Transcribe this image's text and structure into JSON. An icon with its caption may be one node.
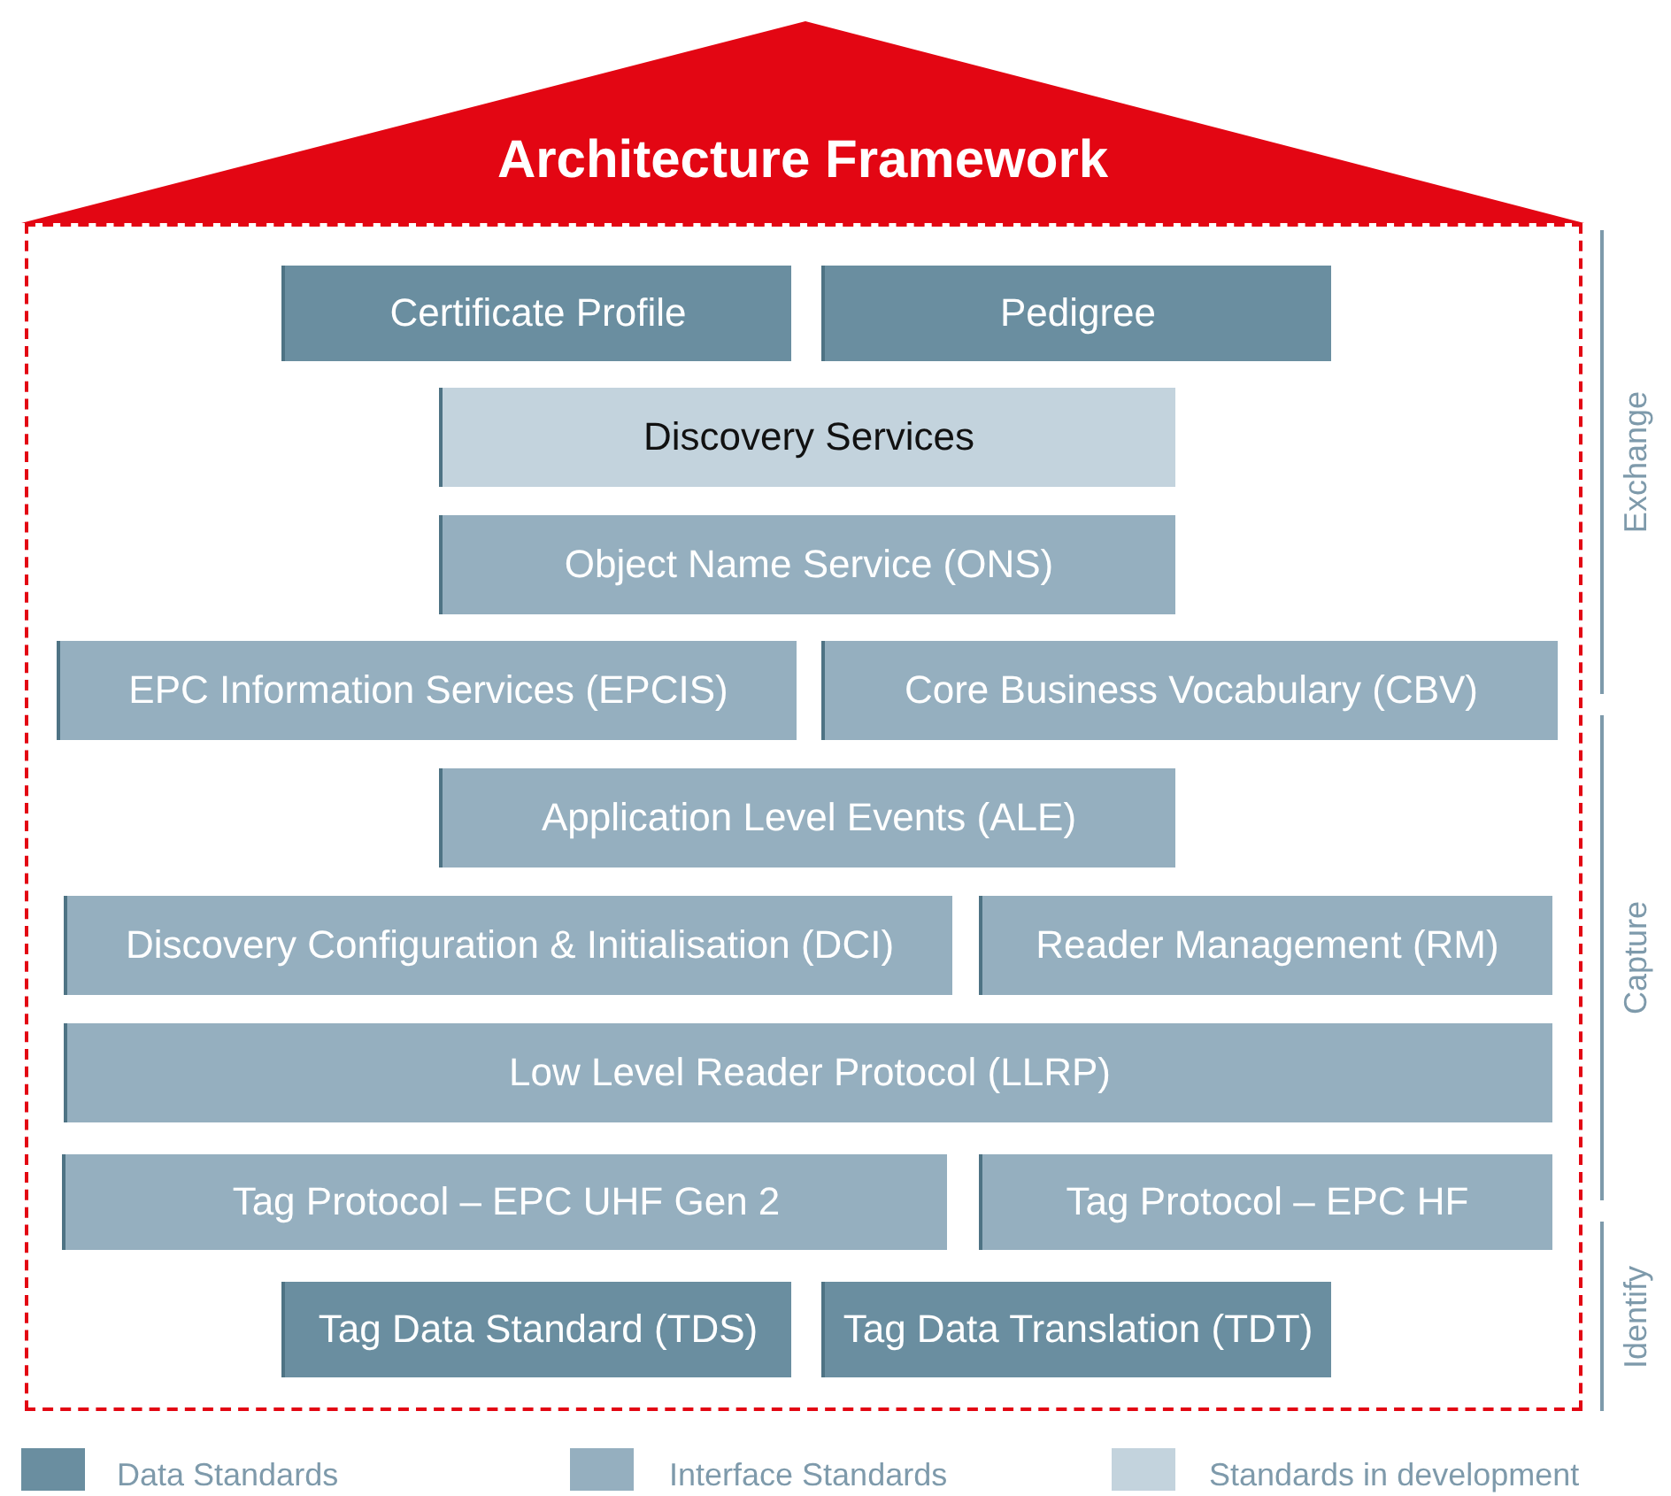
{
  "diagram": {
    "nodes": [
      {
        "text": [
          "Architecture Framework"
        ]
      },
      {
        "text": [],
        "shape": "box"
      },
      {
        "text": [
          "Certificate Profile"
        ],
        "in": 1
      },
      {
        "text": [
          "Pedigree"
        ],
        "in": 1
      },
      {
        "text": [
          "Discovery Services"
        ],
        "in": 1
      },
      {
        "text": [
          "Object Name Service (ONS)"
        ],
        "in": 1
      },
      {
        "text": [
          "EPC Information Services (EPCIS)"
        ],
        "in": 1
      },
      {
        "text": [
          "Core Business Vocabulary (CBV)"
        ],
        "in": 1
      },
      {
        "text": [
          "Application Level Events (ALE)"
        ],
        "in": 1
      },
      {
        "text": [
          "Discovery Configuration & Initialisation (DCI)"
        ],
        "in": 1
      },
      {
        "text": [
          "Reader Management (RM)"
        ],
        "in": 1
      },
      {
        "text": [
          "Low Level Reader Protocol (LLRP)"
        ],
        "in": 1
      },
      {
        "text": [
          "Tag Protocol – EPC UHF Gen 2"
        ],
        "in": 1
      },
      {
        "text": [
          "Tag Protocol – EPC HF"
        ],
        "in": 1
      },
      {
        "text": [
          "Tag Data Standard (TDS)"
        ],
        "in": 1
      },
      {
        "text": [
          "Tag Data Translation (TDT)"
        ],
        "in": 1
      }
    ],
    "edges": [],
    "labels": [
      "Exchange",
      "Capture",
      "Identify"
    ],
    "legend": [
      {
        "text": "Data Standards",
        "color": "#6a8ea0"
      },
      {
        "text": "Interface Standards",
        "color": "#95afbf"
      },
      {
        "text": "Standards in development",
        "color": "#c3d3dd"
      }
    ]
  }
}
